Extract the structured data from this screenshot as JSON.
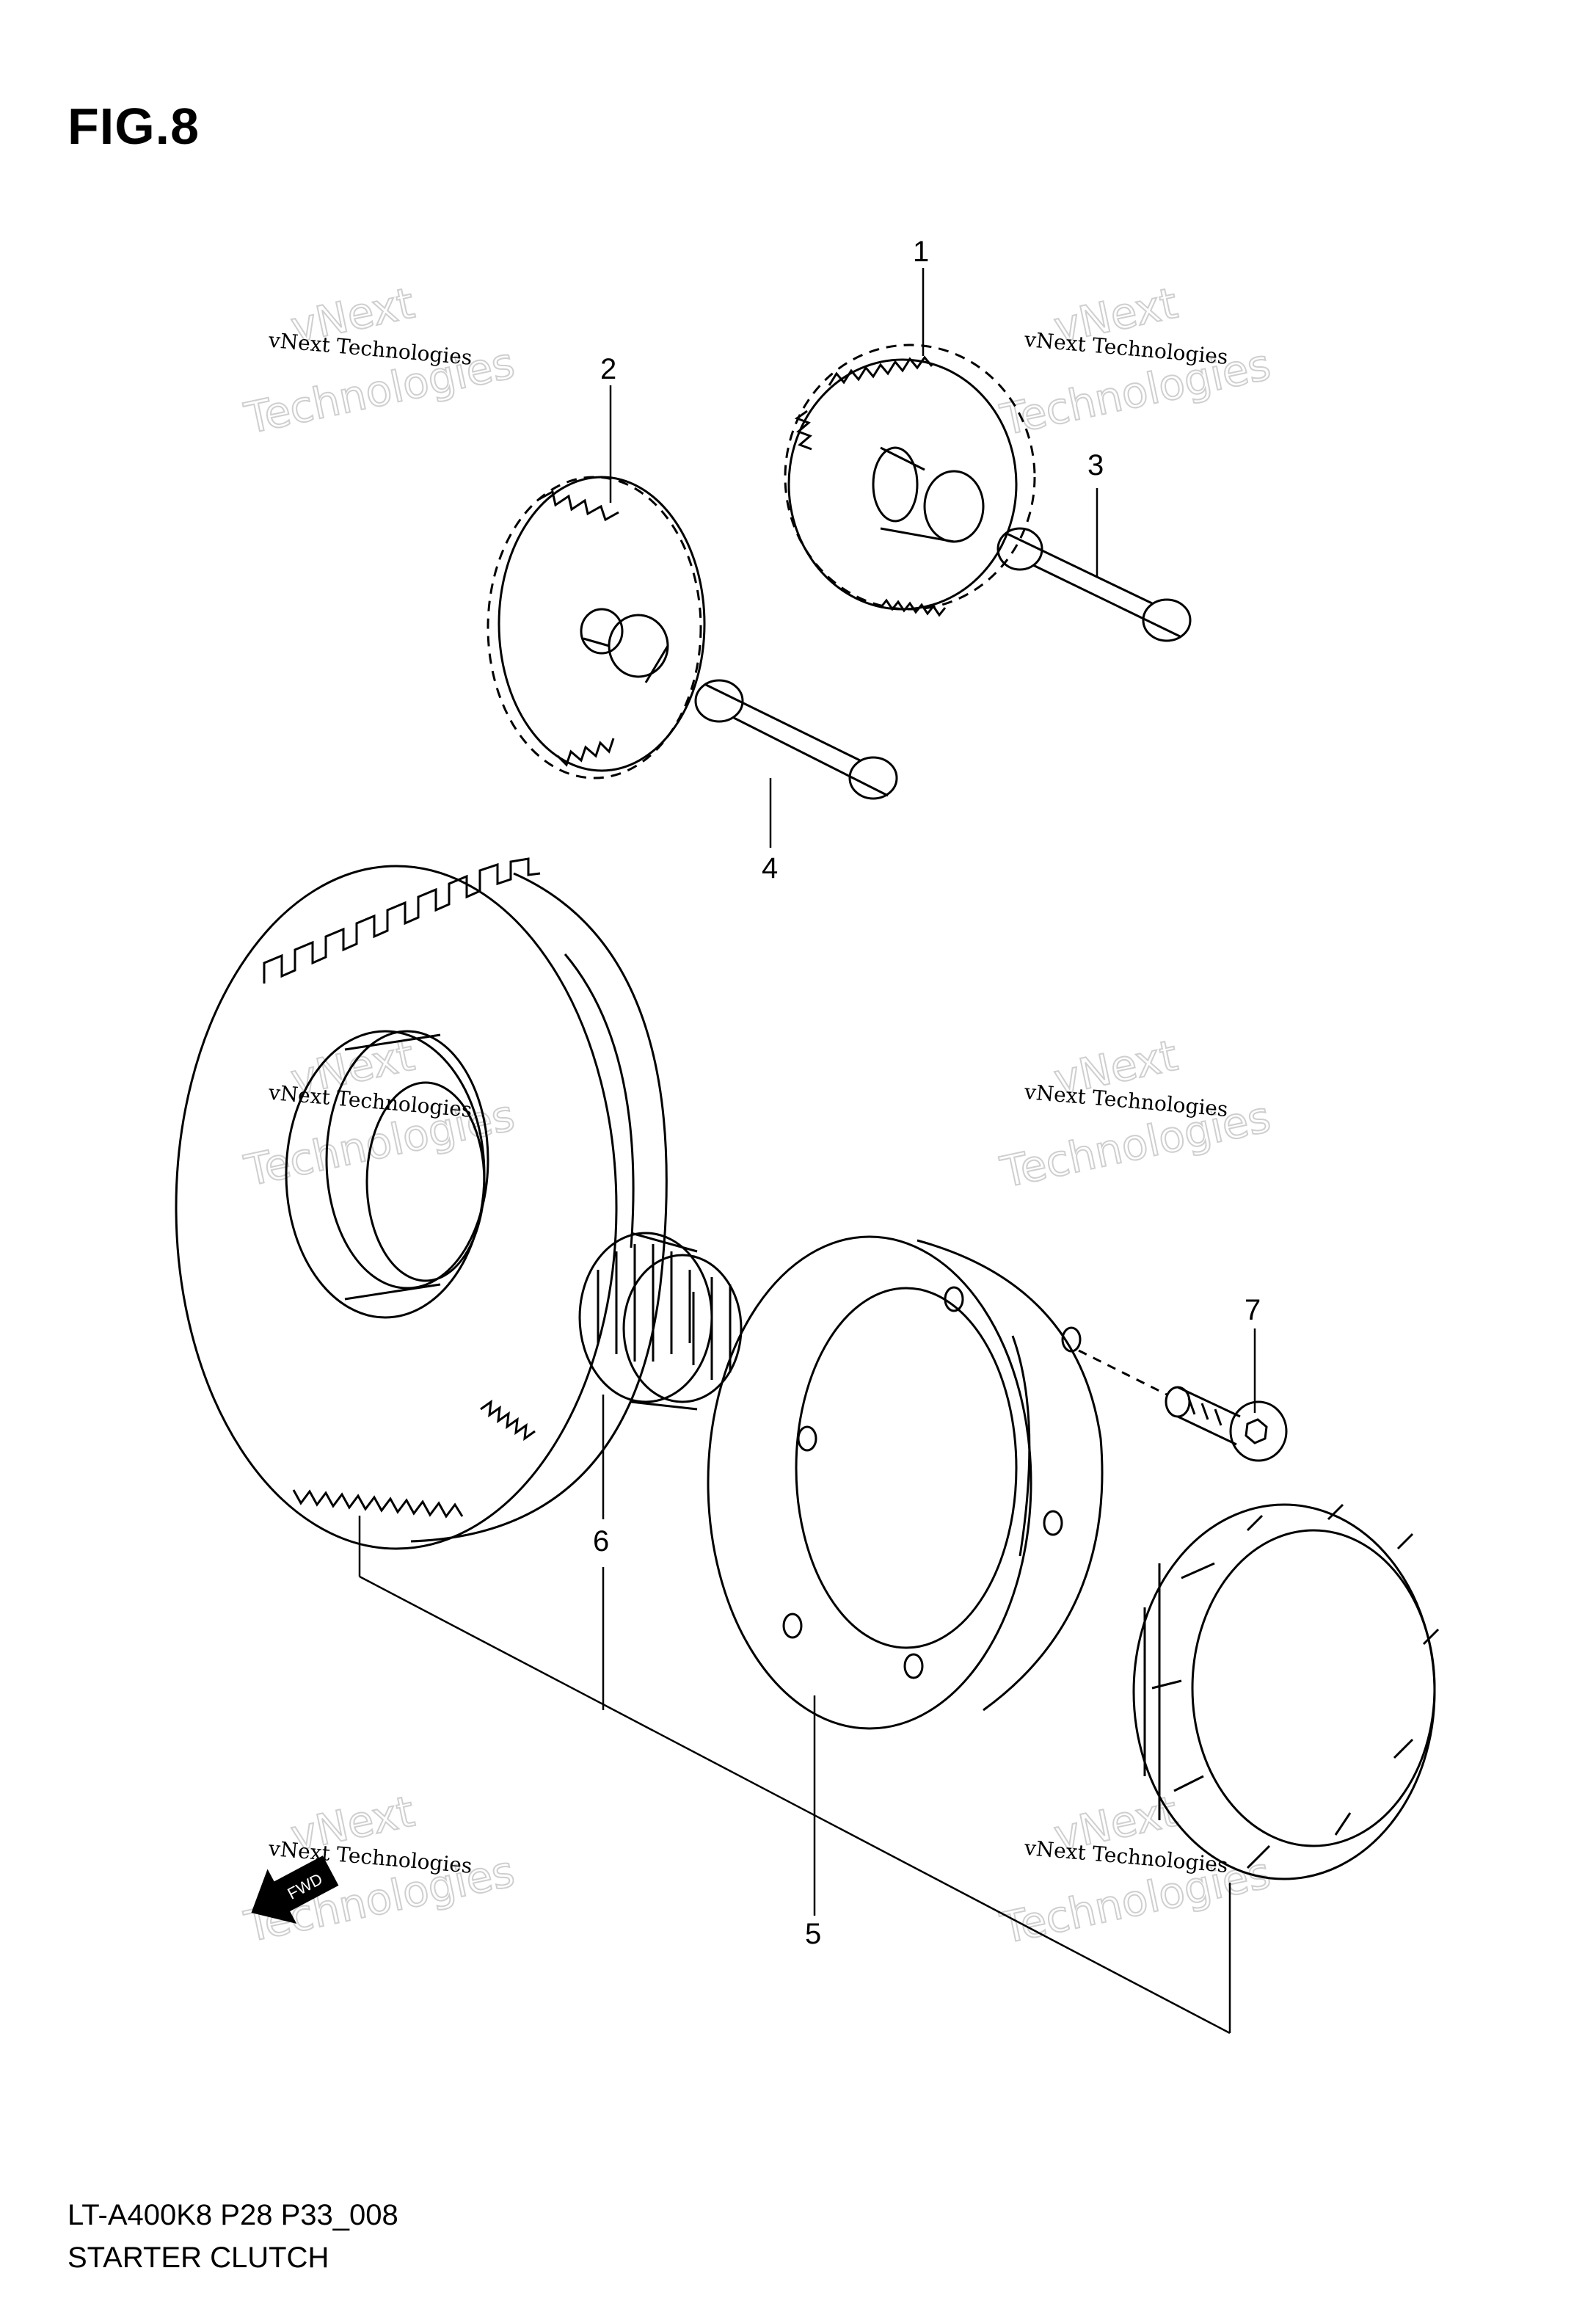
{
  "figure": {
    "title": "FIG.8",
    "model_code": "LT-A400K8 P28 P33_008",
    "group_name": "STARTER CLUTCH"
  },
  "callouts": [
    {
      "id": "1",
      "label": "1"
    },
    {
      "id": "2",
      "label": "2"
    },
    {
      "id": "3",
      "label": "3"
    },
    {
      "id": "4",
      "label": "4"
    },
    {
      "id": "5",
      "label": "5"
    },
    {
      "id": "6",
      "label": "6"
    },
    {
      "id": "7",
      "label": "7"
    }
  ],
  "watermark": {
    "line1": "vNext Technologies",
    "line2": "vNext",
    "line3": "Technologies"
  },
  "direction_badge": {
    "label": "FWD",
    "icon": "forward-arrow-icon"
  },
  "colors": {
    "ink": "#000000",
    "watermark": "#cfcfcf",
    "background": "#ffffff"
  }
}
